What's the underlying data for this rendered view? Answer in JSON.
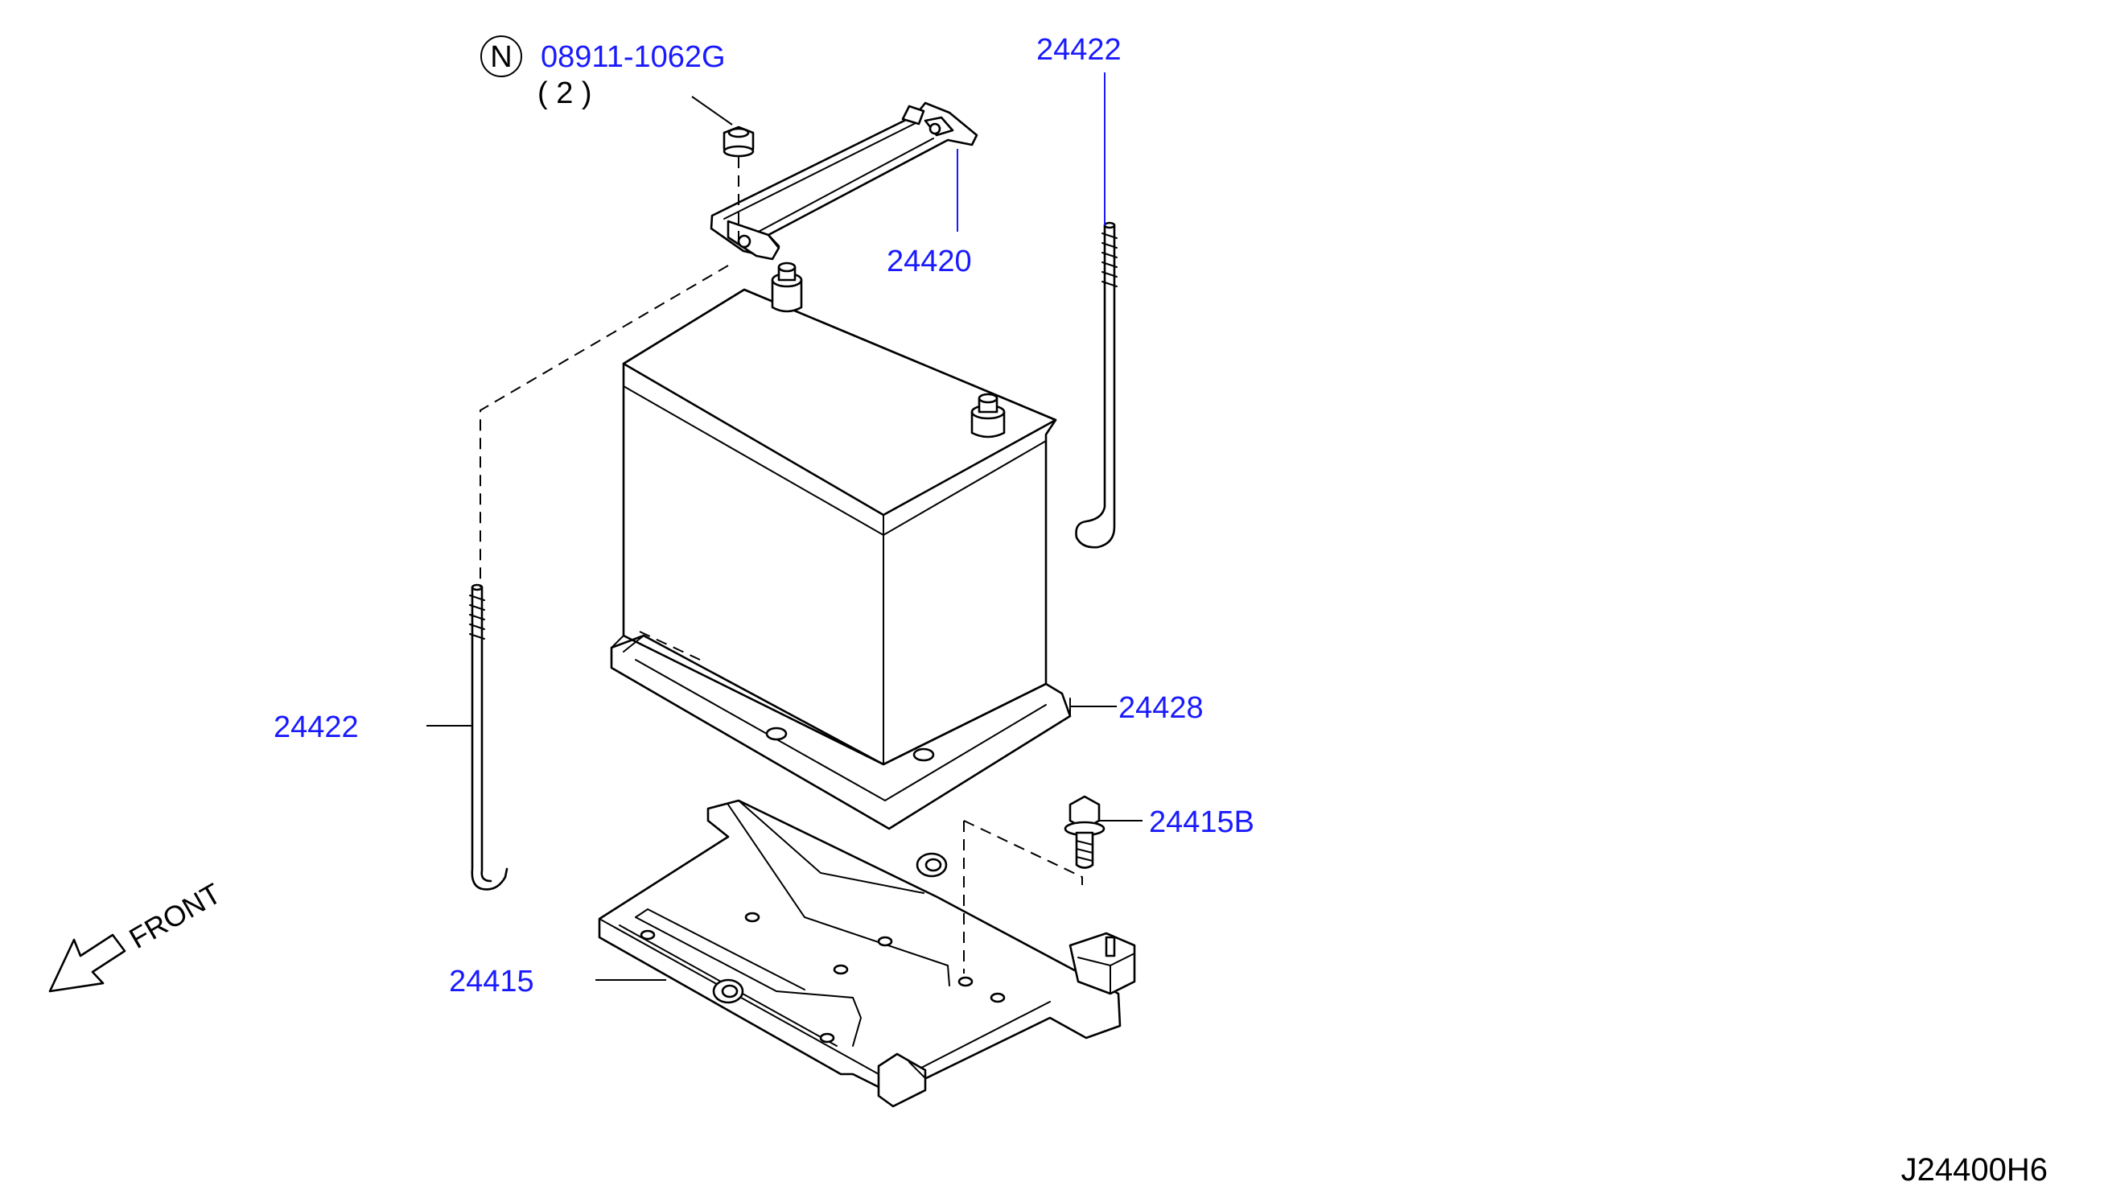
{
  "diagram": {
    "notice_symbol": "N",
    "callouts": {
      "nut_part_no": "08911-1062G",
      "nut_qty": "( 2 )",
      "bracket": "24420",
      "rod_right": "24422",
      "rod_left": "24422",
      "battery_tray": "24428",
      "bolt": "24415B",
      "battery_bracket_base": "24415"
    },
    "front_label": "FRONT",
    "drawing_code": "J24400H6",
    "colors": {
      "callout": "#1a1aff",
      "line": "#000000"
    }
  }
}
